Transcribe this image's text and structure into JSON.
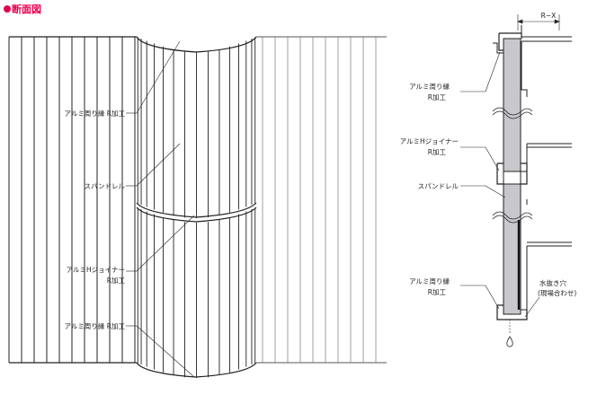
{
  "section_title": "断面図",
  "left_labels": {
    "alumi_frame_r_top": "アルミ周り縁 R加工",
    "spandrel": "スパンドレル",
    "h_joiner_line1": "アルミHジョイナー",
    "h_joiner_line2": "R加工",
    "alumi_frame_r_bottom": "アルミ周り縁 R加工"
  },
  "right_labels": {
    "dimension": "R−X",
    "frame_top_line1": "アルミ周り縁",
    "frame_top_line2": "R加工",
    "joiner_line1": "アルミHジョイナー",
    "joiner_line2": "R加工",
    "spandrel": "スパンドレル",
    "frame_bottom_line1": "アルミ周り縁",
    "frame_bottom_line2": "R加工",
    "drain_line1": "水抜き穴",
    "drain_line2": "(現場合わせ)"
  },
  "colors": {
    "title": "#e5004f",
    "panel_fill": "#c8c8cc",
    "line": "#222222"
  }
}
